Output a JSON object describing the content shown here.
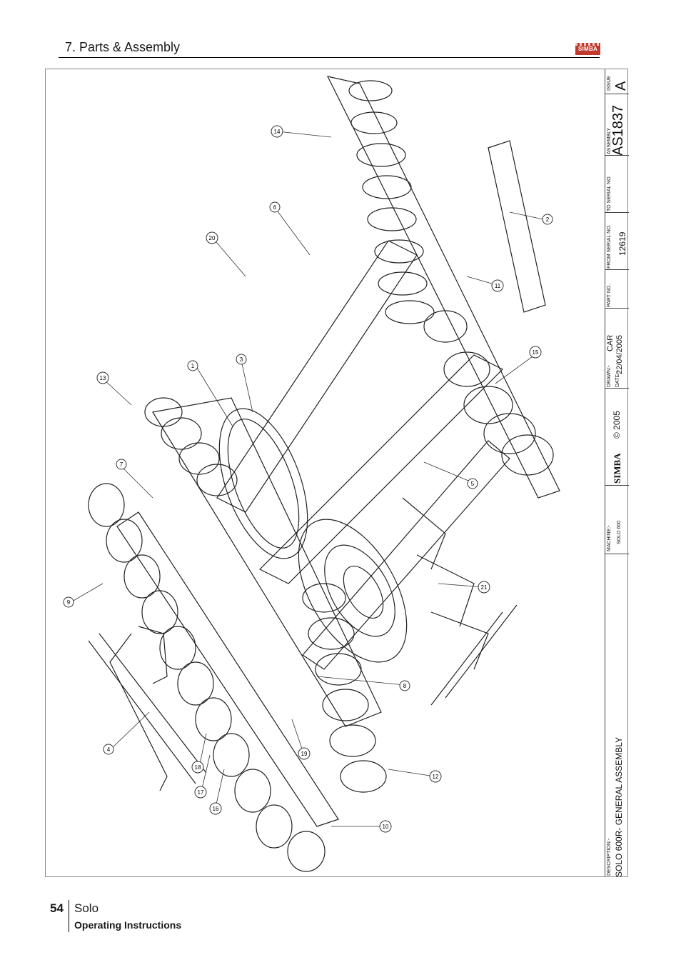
{
  "header": {
    "section_title": "7. Parts & Assembly",
    "logo_text": "SIMBA"
  },
  "drawing": {
    "callouts": [
      "1",
      "2",
      "3",
      "4",
      "5",
      "6",
      "7",
      "8",
      "9",
      "10",
      "11",
      "12",
      "13",
      "14",
      "15",
      "16",
      "17",
      "18",
      "19",
      "20",
      "21"
    ]
  },
  "title_block": {
    "issue_label": "ISSUE",
    "issue_value": "A",
    "assembly_label": "ASSEMBLY",
    "assembly_value": "AS1837",
    "to_serial_label": "TO SERIAL NO.",
    "from_serial_label": "FROM SERIAL NO.",
    "from_serial_value": "12619",
    "part_no_label": "PART NO.",
    "drawn_label": "DRAWN:-",
    "drawn_value": "CAR",
    "date_label": "DATE:-",
    "date_value": "22/04/2005",
    "brand": "SIMBA",
    "copyright": "© 2005",
    "machine_label": "MACHINE:-",
    "machine_value": "SOLO 600",
    "description_label": "DESCRIPTION:-",
    "description_value": "SOLO 600R- GENERAL ASSEMBLY"
  },
  "footer": {
    "page_number": "54",
    "product": "Solo",
    "subtitle": "Operating Instructions"
  },
  "colors": {
    "logo_red": "#c0392b",
    "line": "#222222"
  }
}
